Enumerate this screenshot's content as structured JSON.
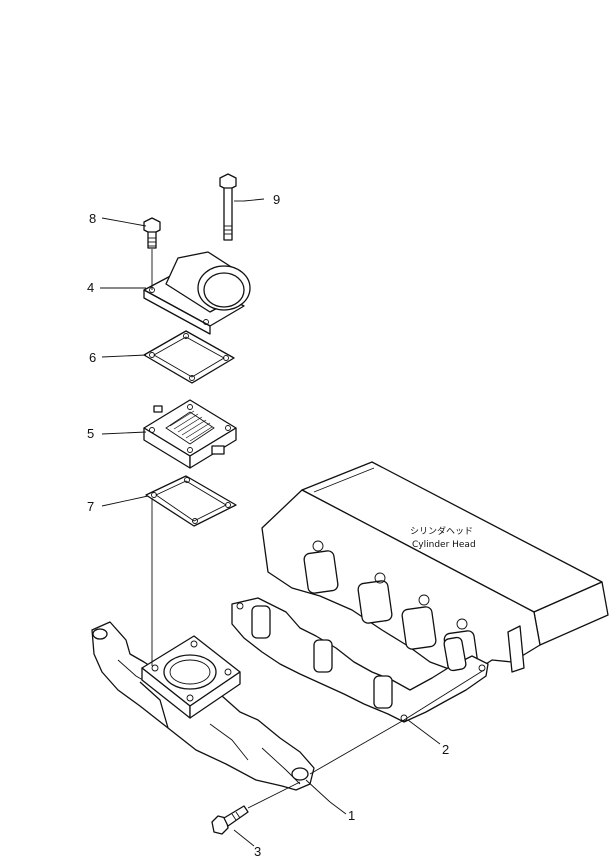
{
  "callouts": {
    "c1": "1",
    "c2": "2",
    "c3": "3",
    "c4": "4",
    "c5": "5",
    "c6": "6",
    "c7": "7",
    "c8": "8",
    "c9": "9"
  },
  "cylinder_head": {
    "label_jp": "シリンダヘッド",
    "label_en": "Cylinder Head"
  }
}
